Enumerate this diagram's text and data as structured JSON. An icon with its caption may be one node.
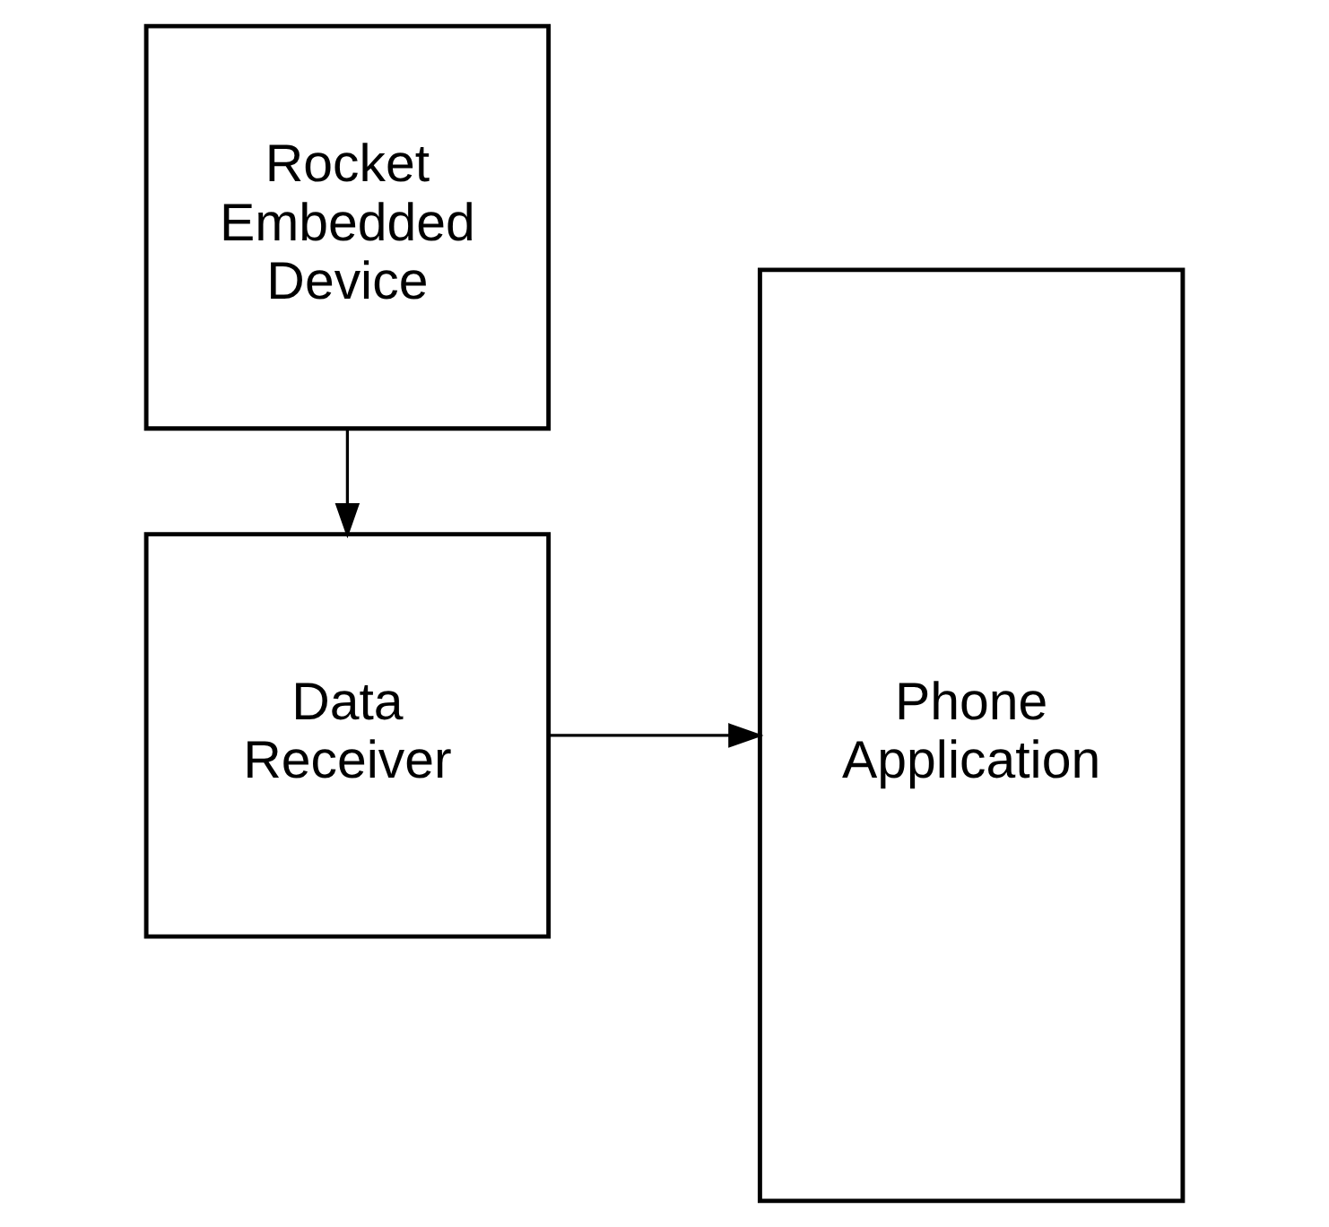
{
  "diagram": {
    "nodes": [
      {
        "text": [
          "Rocket Embedded Device"
        ]
      },
      {
        "text": [
          "Data Receiver"
        ]
      },
      {
        "text": [
          "Phone Application"
        ]
      }
    ],
    "edges": [
      {
        "from": 0,
        "to": 1,
        "arrow": "to"
      },
      {
        "from": 1,
        "to": 2,
        "arrow": "to"
      }
    ]
  }
}
